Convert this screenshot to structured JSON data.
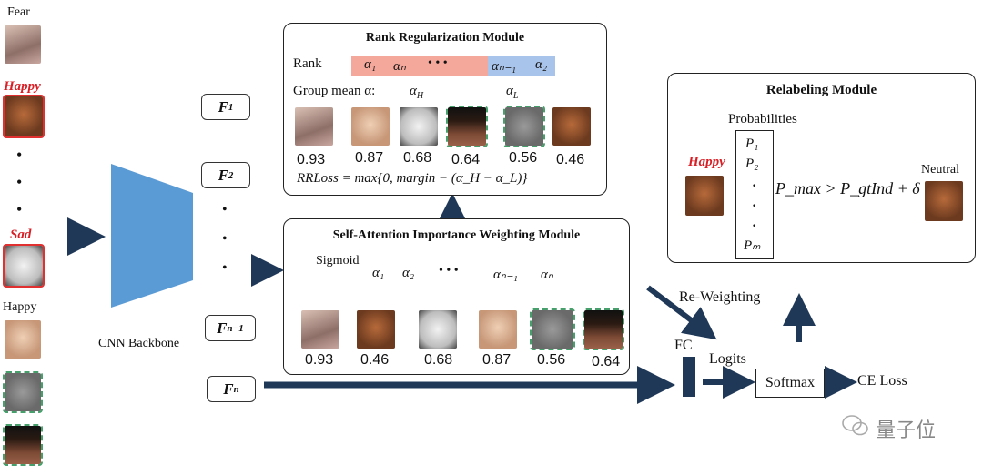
{
  "left_column": {
    "label_fear": "Fear",
    "label_happy_red": "Happy",
    "label_sad_red": "Sad",
    "label_happy": "Happy",
    "vdots": "•"
  },
  "backbone": {
    "label": "CNN Backbone"
  },
  "features": {
    "f1": "F",
    "f1_sub": "1",
    "f2": "F",
    "f2_sub": "2",
    "fn1": "F",
    "fn1_sub": "n−1",
    "fn": "F",
    "fn_sub": "n"
  },
  "rank_module": {
    "title": "Rank Regularization Module",
    "rank_label": "Rank",
    "rank_high": [
      "α₁",
      "αₙ",
      "• • •"
    ],
    "rank_low": [
      "αₙ₋₁",
      "α₂"
    ],
    "group_mean_label": "Group mean α:",
    "alpha_h": "α",
    "alpha_h_sub": "H",
    "alpha_l": "α",
    "alpha_l_sub": "L",
    "scores": [
      "0.93",
      "0.87",
      "0.68",
      "0.64",
      "0.56",
      "0.46"
    ],
    "loss": "RRLoss = max{0, margin − (α_H − α_L)}",
    "colors": {
      "high": "#f4a79b",
      "low": "#a9c4ea"
    }
  },
  "attention_module": {
    "title": "Self-Attention Importance Weighting Module",
    "sigmoid": "Sigmoid",
    "alphas": [
      "α₁",
      "α₂",
      "• • •",
      "αₙ₋₁",
      "αₙ"
    ],
    "scores": [
      "0.93",
      "0.46",
      "0.68",
      "0.87",
      "0.56",
      "0.64"
    ]
  },
  "relabel_module": {
    "title": "Relabeling Module",
    "probabilities": "Probabilities",
    "probs": [
      "P₁",
      "P₂",
      "·",
      "·",
      "·",
      "Pₘ"
    ],
    "happy": "Happy",
    "condition": "P_max > P_gtInd + δ",
    "neutral": "Neutral"
  },
  "flow": {
    "reweighting": "Re-Weighting",
    "fc": "FC",
    "logits": "Logits",
    "softmax": "Softmax",
    "ce_loss": "CE Loss"
  },
  "watermark": {
    "text": "量子位"
  },
  "colors": {
    "dark_arrow": "#1f3858",
    "backbone": "#5b9bd5",
    "red_label": "#d81f26",
    "dash_green": "#47a06c"
  }
}
